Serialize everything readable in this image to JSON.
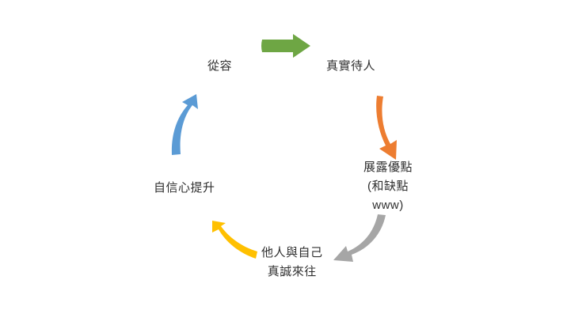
{
  "diagram": {
    "type": "cycle",
    "background_color": "#ffffff",
    "text_color": "#2f2f2f",
    "nodes": [
      {
        "id": "congrong",
        "name": "node-congrong",
        "lines": [
          "從容"
        ],
        "position": "top-left"
      },
      {
        "id": "zhenshi-dairen",
        "name": "node-zhenshi-dairen",
        "lines": [
          "真實待人"
        ],
        "position": "top-right"
      },
      {
        "id": "zhanlu-youdian",
        "name": "node-zhanlu-youdian",
        "lines": [
          "展露優點",
          "(和缺點",
          "www)"
        ],
        "position": "right"
      },
      {
        "id": "taren-yu-ziji",
        "name": "node-taren-yu-ziji",
        "lines": [
          "他人與自己",
          "真誠來往"
        ],
        "position": "bottom"
      },
      {
        "id": "zixinxin-tisheng",
        "name": "node-zixinxin-tisheng",
        "lines": [
          "自信心提升"
        ],
        "position": "left"
      }
    ],
    "arrows": [
      {
        "id": "arrow-green",
        "name": "arrow-congrong-to-zhenshi",
        "color": "#6EA644",
        "from": "congrong",
        "to": "zhenshi-dairen",
        "direction": "right"
      },
      {
        "id": "arrow-orange",
        "name": "arrow-zhenshi-to-zhanlu",
        "color": "#ED7D31",
        "from": "zhenshi-dairen",
        "to": "zhanlu-youdian",
        "direction": "down"
      },
      {
        "id": "arrow-gray",
        "name": "arrow-zhanlu-to-taren",
        "color": "#A6A6A6",
        "from": "zhanlu-youdian",
        "to": "taren-yu-ziji",
        "direction": "down-left"
      },
      {
        "id": "arrow-yellow",
        "name": "arrow-taren-to-zixinxin",
        "color": "#FFC000",
        "from": "taren-yu-ziji",
        "to": "zixinxin-tisheng",
        "direction": "up-left"
      },
      {
        "id": "arrow-blue",
        "name": "arrow-zixinxin-to-congrong",
        "color": "#5B9BD5",
        "from": "zixinxin-tisheng",
        "to": "congrong",
        "direction": "up"
      }
    ]
  }
}
